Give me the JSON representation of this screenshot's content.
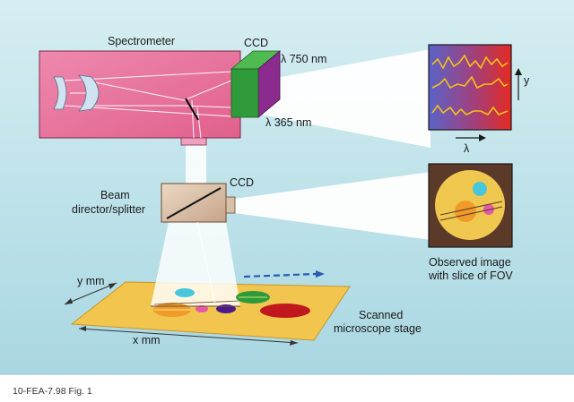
{
  "labels": {
    "spectrometer": "Spectrometer",
    "ccd_top": "CCD",
    "lambda_750": "λ 750 nm",
    "lambda_365": "λ 365 nm",
    "y_axis": "y",
    "lambda_axis": "λ",
    "beam_line1": "Beam",
    "beam_line2": "director/splitter",
    "ccd_mid": "CCD",
    "observed_line1": "Observed image",
    "observed_line2": "with slice of FOV",
    "ymm": "y mm",
    "xmm": "x mm",
    "scanned_line1": "Scanned",
    "scanned_line2": "microscope stage",
    "figure_caption": "10-FEA-7.98 Fig. 1"
  },
  "colors": {
    "background": "#cfe9ee",
    "spectrometer_body": "#e7739a",
    "ccd_green": "#2f9b3a",
    "ccd_purple": "#8b2a8f",
    "spectrum_red": "#e23a2b",
    "spectrum_blue": "#5566c8",
    "trace_yellow": "#f3c21a",
    "observed_bg": "#5b3a2a",
    "observed_disc": "#f0c850",
    "stage_yellow": "#f2c64e",
    "spot_red": "#c0181d",
    "spot_green": "#2e9a3a",
    "spot_cyan": "#48c6da",
    "spot_purple": "#4b1a8a",
    "spot_pink": "#e25aa8",
    "spot_orange": "#f09a2a",
    "scan_arrow_blue": "#2a5ab4"
  }
}
